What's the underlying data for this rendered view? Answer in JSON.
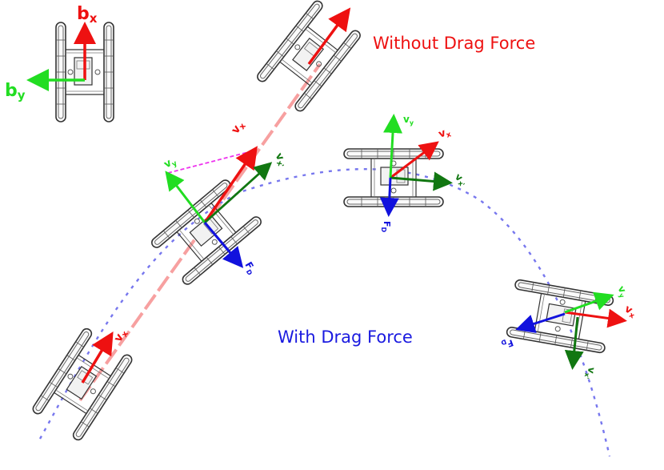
{
  "titles": {
    "without_drag": "Without Drag Force",
    "with_drag": "With Drag Force"
  },
  "frame_labels": {
    "bx": "b",
    "bx_sub": "x",
    "by": "b",
    "by_sub": "y"
  },
  "vector_labels": {
    "vx": "v",
    "vx_sub": "x",
    "vy": "v",
    "vy_sub": "y",
    "vx_prime": "v",
    "vx_prime_sub": "x'",
    "fd": "F",
    "fd_sub": "D"
  },
  "colors": {
    "red": "#ee1111",
    "green": "#22dd22",
    "dark_green": "#117711",
    "blue": "#1111dd",
    "magenta": "#ee33ee",
    "salmon": "#f7a0a0",
    "path_blue": "#7777ee",
    "robot": "#444444"
  }
}
